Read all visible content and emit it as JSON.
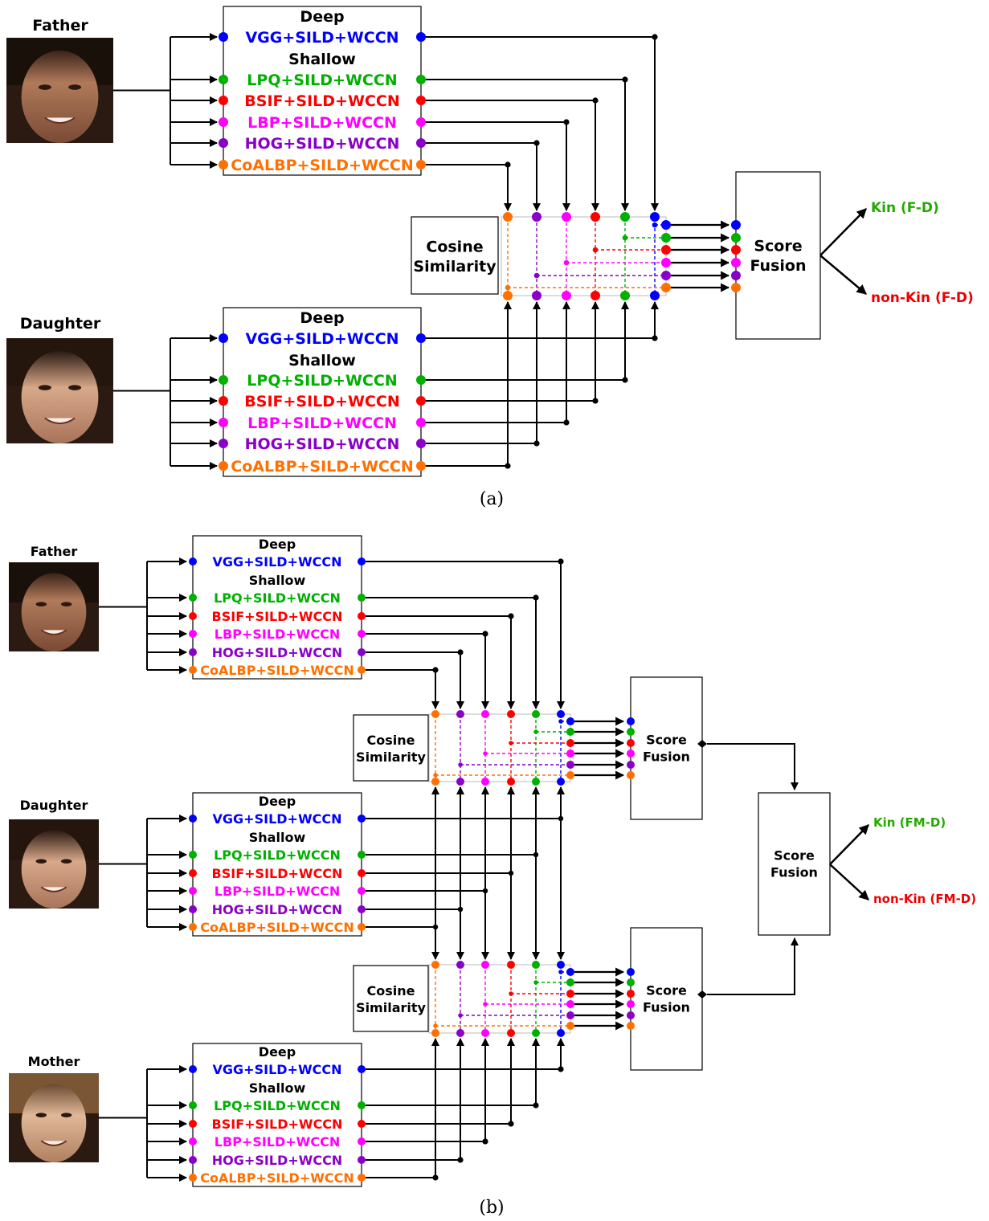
{
  "colors": {
    "vgg": "#0000ff",
    "lpq": "#00b000",
    "bsif": "#ff0000",
    "lbp": "#ff00ff",
    "hog": "#8a00c8",
    "coalbp": "#ff7000"
  },
  "features": {
    "deep_header": "Deep",
    "shallow_header": "Shallow",
    "vgg": "VGG+SILD+WCCN",
    "lpq": "LPQ+SILD+WCCN",
    "bsif": "BSIF+SILD+WCCN",
    "lbp": "LBP+SILD+WCCN",
    "hog": "HOG+SILD+WCCN",
    "coalbp": "CoALBP+SILD+WCCN"
  },
  "labels": {
    "cosine_similarity": [
      "Cosine",
      "Similarity"
    ],
    "score_fusion": [
      "Score",
      "Fusion"
    ]
  },
  "panel_a": {
    "caption": "(a)",
    "persons": [
      "Father",
      "Daughter"
    ],
    "outputs": {
      "kin": "Kin (F-D)",
      "non_kin": "non-Kin (F-D)"
    }
  },
  "panel_b": {
    "caption": "(b)",
    "persons": [
      "Father",
      "Daughter",
      "Mother"
    ],
    "outputs": {
      "kin": "Kin (FM-D)",
      "non_kin": "non-Kin (FM-D)"
    }
  }
}
